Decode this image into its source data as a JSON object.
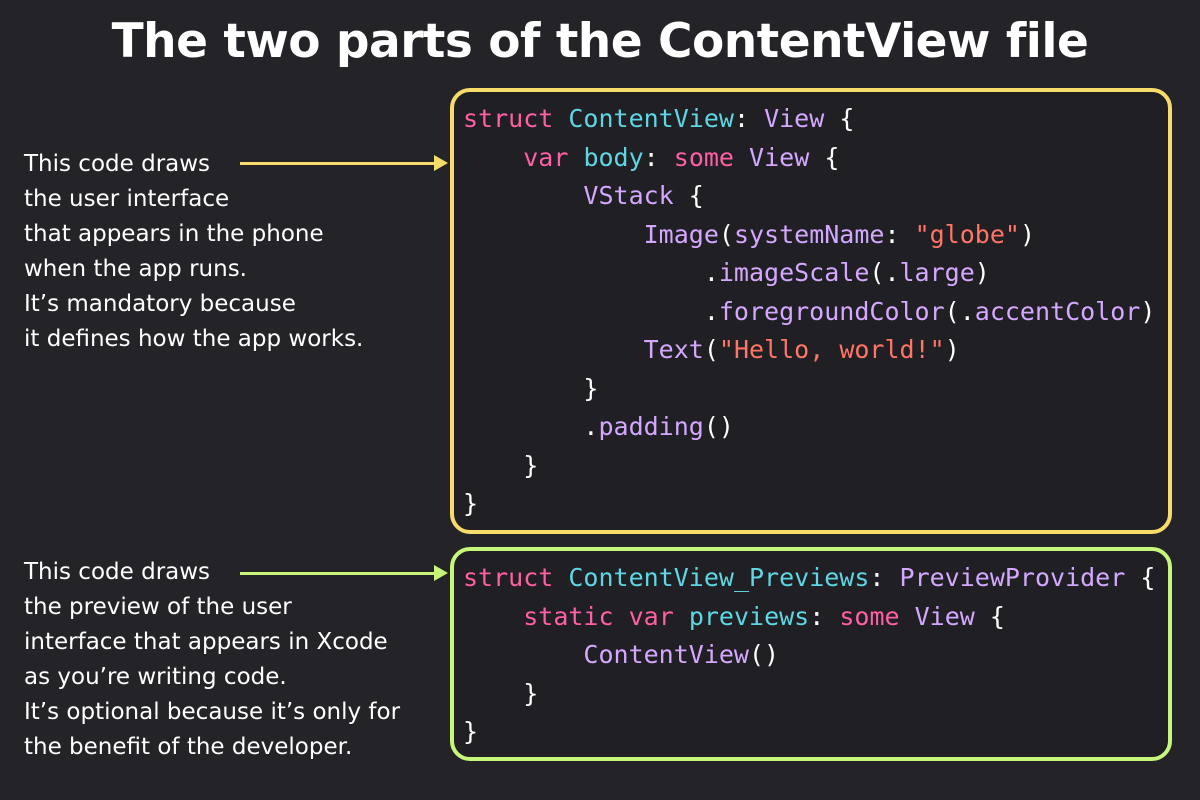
{
  "title": "The two parts of the ContentView file",
  "colors": {
    "background": "#232328",
    "top_accent": "#f8dc6b",
    "bottom_accent": "#c6f67a",
    "keyword": "#ff5fa3",
    "type": "#5ed6e3",
    "function": "#d5a8ff",
    "string": "#ff7566"
  },
  "annotations": {
    "top": [
      "This code draws",
      "the user interface",
      "that appears in the phone",
      "when the app runs.",
      "It’s mandatory because",
      "it defines how the app works."
    ],
    "bottom": [
      "This code draws",
      "the preview of the user",
      "interface that appears in Xcode",
      "as you’re writing code.",
      "It’s optional because it’s only for",
      "the benefit of the developer."
    ]
  },
  "code": {
    "top": [
      [
        [
          "kw",
          "struct"
        ],
        [
          "pl",
          " "
        ],
        [
          "ty",
          "ContentView"
        ],
        [
          "pl",
          ": "
        ],
        [
          "fn",
          "View"
        ],
        [
          "pl",
          " {"
        ]
      ],
      [
        [
          "pl",
          "    "
        ],
        [
          "kw",
          "var"
        ],
        [
          "pl",
          " "
        ],
        [
          "ty",
          "body"
        ],
        [
          "pl",
          ": "
        ],
        [
          "kw",
          "some"
        ],
        [
          "pl",
          " "
        ],
        [
          "fn",
          "View"
        ],
        [
          "pl",
          " {"
        ]
      ],
      [
        [
          "pl",
          "        "
        ],
        [
          "fn",
          "VStack"
        ],
        [
          "pl",
          " {"
        ]
      ],
      [
        [
          "pl",
          "            "
        ],
        [
          "fn",
          "Image"
        ],
        [
          "pl",
          "("
        ],
        [
          "fn",
          "systemName"
        ],
        [
          "pl",
          ": "
        ],
        [
          "str",
          "\"globe\""
        ],
        [
          "pl",
          ")"
        ]
      ],
      [
        [
          "pl",
          "                ."
        ],
        [
          "fn",
          "imageScale"
        ],
        [
          "pl",
          "(."
        ],
        [
          "fn",
          "large"
        ],
        [
          "pl",
          ")"
        ]
      ],
      [
        [
          "pl",
          "                ."
        ],
        [
          "fn",
          "foregroundColor"
        ],
        [
          "pl",
          "(."
        ],
        [
          "fn",
          "accentColor"
        ],
        [
          "pl",
          ")"
        ]
      ],
      [
        [
          "pl",
          "            "
        ],
        [
          "fn",
          "Text"
        ],
        [
          "pl",
          "("
        ],
        [
          "str",
          "\"Hello, world!\""
        ],
        [
          "pl",
          ")"
        ]
      ],
      [
        [
          "pl",
          "        }"
        ]
      ],
      [
        [
          "pl",
          "        ."
        ],
        [
          "fn",
          "padding"
        ],
        [
          "pl",
          "()"
        ]
      ],
      [
        [
          "pl",
          "    }"
        ]
      ],
      [
        [
          "pl",
          "}"
        ]
      ]
    ],
    "bottom": [
      [
        [
          "kw",
          "struct"
        ],
        [
          "pl",
          " "
        ],
        [
          "ty",
          "ContentView_Previews"
        ],
        [
          "pl",
          ": "
        ],
        [
          "fn",
          "PreviewProvider"
        ],
        [
          "pl",
          " {"
        ]
      ],
      [
        [
          "pl",
          "    "
        ],
        [
          "kw",
          "static"
        ],
        [
          "pl",
          " "
        ],
        [
          "kw",
          "var"
        ],
        [
          "pl",
          " "
        ],
        [
          "ty",
          "previews"
        ],
        [
          "pl",
          ": "
        ],
        [
          "kw",
          "some"
        ],
        [
          "pl",
          " "
        ],
        [
          "fn",
          "View"
        ],
        [
          "pl",
          " {"
        ]
      ],
      [
        [
          "pl",
          "        "
        ],
        [
          "fn",
          "ContentView"
        ],
        [
          "pl",
          "()"
        ]
      ],
      [
        [
          "pl",
          "    }"
        ]
      ],
      [
        [
          "pl",
          "}"
        ]
      ]
    ]
  }
}
